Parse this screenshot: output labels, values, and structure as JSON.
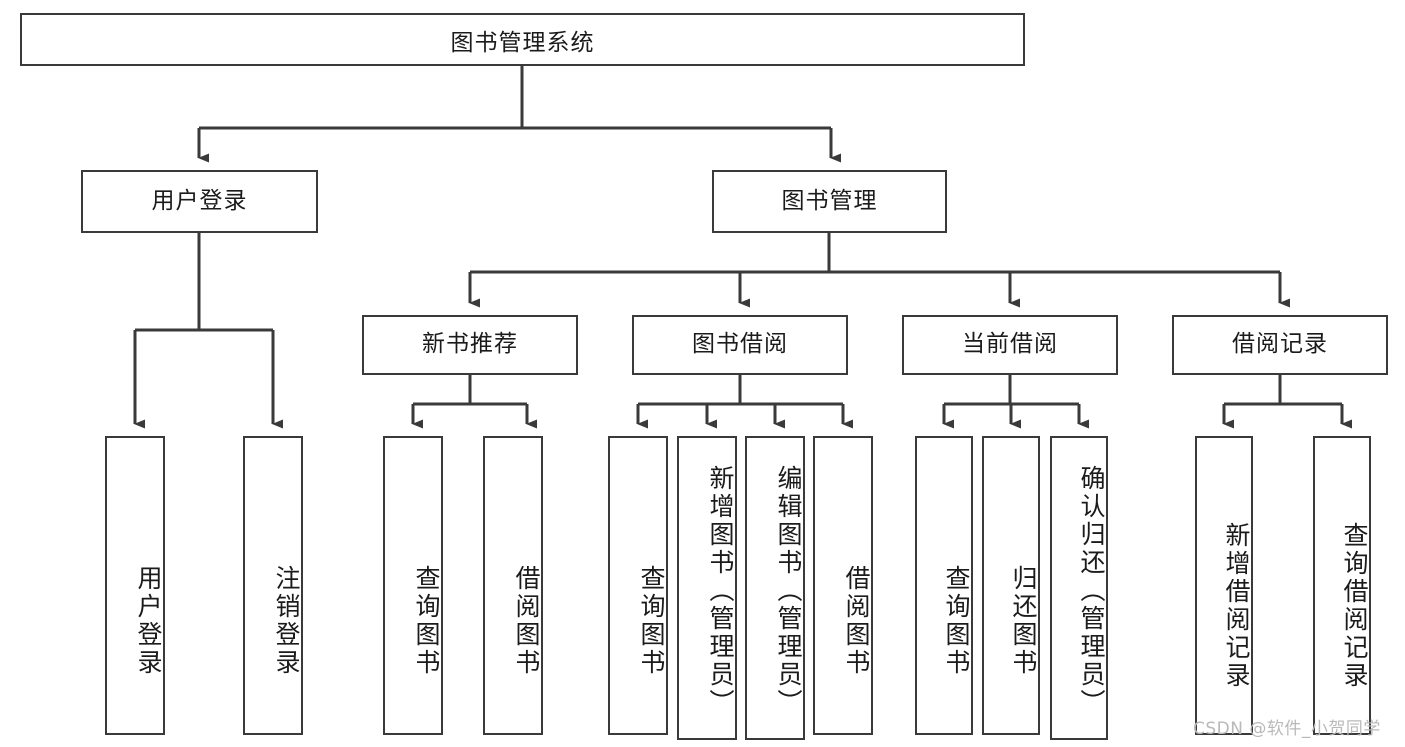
{
  "diagram": {
    "type": "tree-hierarchy",
    "title": "图书管理系统",
    "watermark": "CSDN @软件_小贺同学",
    "colors": {
      "box_border": "#3a3a3a",
      "box_fill": "#ffffff",
      "connector": "#3a3a3a",
      "text": "#1b1b1b",
      "watermark": "#b9b9b9",
      "background": "#ffffff"
    },
    "root": {
      "label": "图书管理系统"
    },
    "level2": [
      {
        "label": "用户登录"
      },
      {
        "label": "图书管理"
      }
    ],
    "level3": [
      {
        "label": "新书推荐"
      },
      {
        "label": "图书借阅"
      },
      {
        "label": "当前借阅"
      },
      {
        "label": "借阅记录"
      }
    ],
    "leaves": {
      "user_login": [
        {
          "label": "用户登录"
        },
        {
          "label": "注销登录"
        }
      ],
      "new_book_recommend": [
        {
          "label": "查询图书"
        },
        {
          "label": "借阅图书"
        }
      ],
      "book_borrow": [
        {
          "label": "查询图书"
        },
        {
          "label": "新增图书（管理员）"
        },
        {
          "label": "编辑图书（管理员）"
        },
        {
          "label": "借阅图书"
        }
      ],
      "current_borrow": [
        {
          "label": "查询图书"
        },
        {
          "label": "归还图书"
        },
        {
          "label": "确认归还（管理员）"
        }
      ],
      "borrow_record": [
        {
          "label": "新增借阅记录"
        },
        {
          "label": "查询借阅记录"
        }
      ]
    }
  }
}
